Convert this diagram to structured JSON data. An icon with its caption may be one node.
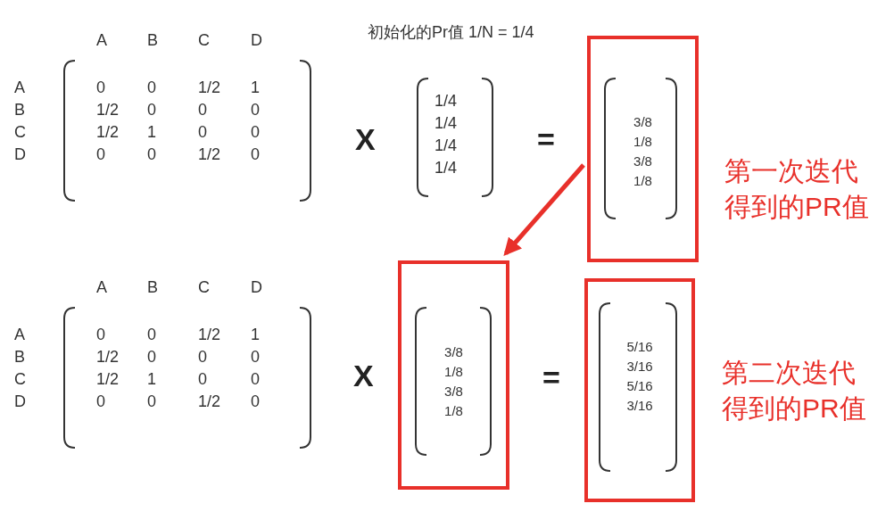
{
  "diagram": {
    "nodes": [
      {
        "text": [
          "3/8",
          "1/8",
          "3/8",
          "1/8"
        ],
        "beside": [
          "第一次迭代得到的PR值"
        ]
      },
      {
        "text": [
          "3/8",
          "1/8",
          "3/8",
          "1/8"
        ]
      },
      {
        "text": [
          "5/16",
          "3/16",
          "5/16",
          "3/16"
        ],
        "beside": [
          "第二次迭代得到的PR值"
        ]
      }
    ],
    "edges": [
      {
        "from": 0,
        "to": 1,
        "arrow": "to"
      }
    ],
    "labels": [
      "初始化的Pr值 1/N = 1/4",
      "A",
      "B",
      "C",
      "D",
      "A",
      "0",
      "0",
      "1/2",
      "1",
      "B",
      "1/2",
      "0",
      "0",
      "0",
      "C",
      "1/2",
      "1",
      "0",
      "0",
      "D",
      "0",
      "0",
      "1/2",
      "0",
      "X",
      "1/4",
      "1/4",
      "1/4",
      "1/4",
      "=",
      "A",
      "B",
      "C",
      "D",
      "A",
      "0",
      "0",
      "1/2",
      "1",
      "B",
      "1/2",
      "0",
      "0",
      "0",
      "C",
      "1/2",
      "1",
      "0",
      "0",
      "D",
      "0",
      "0",
      "1/2",
      "0",
      "X",
      "="
    ]
  }
}
